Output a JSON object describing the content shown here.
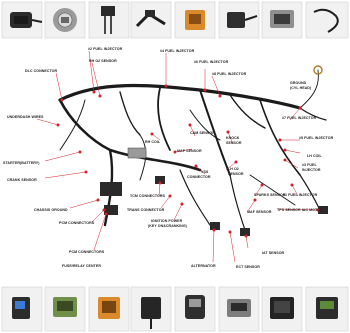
{
  "colors": {
    "accent": "#d4202a",
    "wire": "#1b1b1b",
    "background": "#ffffff"
  },
  "top_thumbnails": [
    {
      "icon": "connector-plug-icon"
    },
    {
      "icon": "round-connector-icon"
    },
    {
      "icon": "wire-pigtail-icon"
    },
    {
      "icon": "harness-clip-icon"
    },
    {
      "icon": "orange-connector-icon"
    },
    {
      "icon": "sensor-connector-icon"
    },
    {
      "icon": "gray-plug-icon"
    },
    {
      "icon": "loop-terminal-icon"
    }
  ],
  "bottom_thumbnails": [
    {
      "icon": "blue-plug-icon"
    },
    {
      "icon": "green-connector-icon"
    },
    {
      "icon": "orange-connector-icon"
    },
    {
      "icon": "black-plug-icon"
    },
    {
      "icon": "sensor-plug-icon"
    },
    {
      "icon": "gray-connector-icon"
    },
    {
      "icon": "black-connector-icon"
    },
    {
      "icon": "green-plug-icon"
    }
  ],
  "labels": [
    {
      "key": "inj2",
      "text": "#2 FUEL INJECTOR"
    },
    {
      "key": "inj4",
      "text": "#4 FUEL INJECTOR"
    },
    {
      "key": "rh02",
      "text": "RH O2 SENSOR"
    },
    {
      "key": "inj6",
      "text": "#6 FUEL INJECTOR"
    },
    {
      "key": "inj8",
      "text": "#8 FUEL INJECTOR"
    },
    {
      "key": "dlc",
      "text": "DLC CONNECTOR"
    },
    {
      "key": "ground",
      "text": "GROUND"
    },
    {
      "key": "cylhead",
      "text": "(CYL HEAD)"
    },
    {
      "key": "underdash",
      "text": "UNDERDASH WIRES"
    },
    {
      "key": "inj7",
      "text": "#7 FUEL INJECTOR"
    },
    {
      "key": "camsensor",
      "text": "CAM SENSOR"
    },
    {
      "key": "knock",
      "text": "KNOCK"
    },
    {
      "key": "knocksensor",
      "text": "SENSOR"
    },
    {
      "key": "inj5",
      "text": "#5 FUEL INJECTOR"
    },
    {
      "key": "rhcoil",
      "text": "RH COIL"
    },
    {
      "key": "lhcoil",
      "text": "LH COIL"
    },
    {
      "key": "starter",
      "text": "STARTER(BATTERY)"
    },
    {
      "key": "mapsensor",
      "text": "MAP SENSOR"
    },
    {
      "key": "inj3a",
      "text": "#3 FUEL"
    },
    {
      "key": "inj3b",
      "text": "INJECTOR"
    },
    {
      "key": "crank",
      "text": "CRANK SENSOR"
    },
    {
      "key": "vss",
      "text": "VSS"
    },
    {
      "key": "vssconn",
      "text": "CONNECTOR"
    },
    {
      "key": "lh02a",
      "text": "LH O2"
    },
    {
      "key": "lh02b",
      "text": "SENSOR"
    },
    {
      "key": "sparks",
      "text": "SPARKS SENSOR"
    },
    {
      "key": "inj1",
      "text": "#1 FUEL INJECTOR"
    },
    {
      "key": "maf",
      "text": "MAF SENSOR"
    },
    {
      "key": "chassis",
      "text": "CHASSIS GROUND"
    },
    {
      "key": "pcmconn",
      "text": "PCM CONNECTORS"
    },
    {
      "key": "tcmconn",
      "text": "TCM CONNECTORS"
    },
    {
      "key": "transconn",
      "text": "TRANS CONNECTOR"
    },
    {
      "key": "tps",
      "text": "TPS SENSOR IAC MOTOR"
    },
    {
      "key": "ignition",
      "text": "IGNITION POWER"
    },
    {
      "key": "keycrank",
      "text": "(KEY ON&CRANKING)"
    },
    {
      "key": "pcmconn2",
      "text": "PCM CONNECTORS"
    },
    {
      "key": "fuserelay",
      "text": "FUSE/RELAY CENTER"
    },
    {
      "key": "alternator",
      "text": "ALTERNATOR"
    },
    {
      "key": "ect",
      "text": "ECT SENSOR"
    },
    {
      "key": "iat",
      "text": "IAT SENSOR"
    }
  ]
}
